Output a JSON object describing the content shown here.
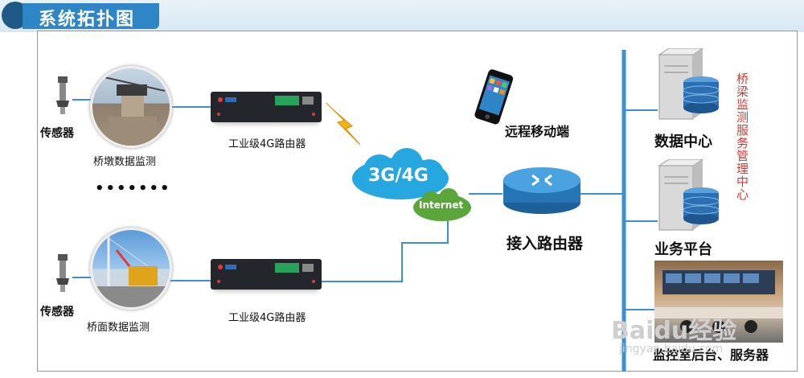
{
  "header": {
    "title": "系统拓扑图"
  },
  "sensor_top_label": "传感器",
  "sensor_bottom_label": "传感器",
  "site_top_label": "桥墩数据监测",
  "site_bottom_label": "桥面数据监测",
  "router_top_label": "工业级4G路由器",
  "router_bottom_label": "工业级4G路由器",
  "ellipsis": "•••••••",
  "network": {
    "cloud_label": "3G/4G",
    "internet_label": "Internet"
  },
  "mobile_label": "远程移动端",
  "access_router_label": "接入路由器",
  "server_data_center": "数据中心",
  "server_business": "业务平台",
  "monitor_room_label": "监控室后台、服务器",
  "vertical_label": "桥梁监测服务管理中心",
  "watermark": {
    "brand": "Baidu经验",
    "url": "jingyan.baidu.com"
  },
  "colors": {
    "line": "#3a8fd6",
    "title_bg": "#2e86c6",
    "accent_red": "#e3322b",
    "cloud": "#27a7e0",
    "internet": "#5aa63a"
  }
}
